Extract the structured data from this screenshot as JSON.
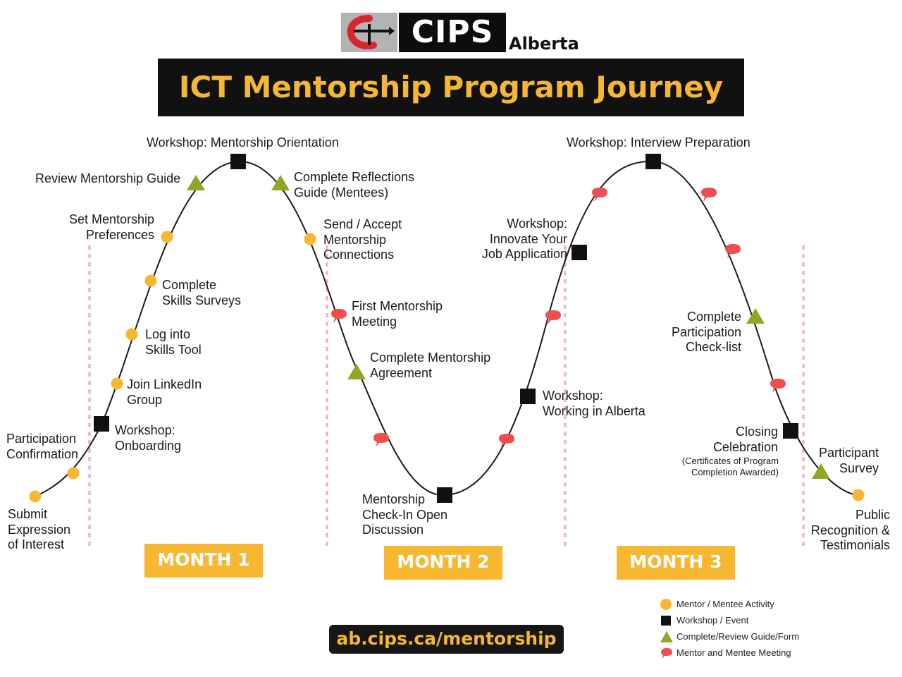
{
  "logo": {
    "name": "CIPS",
    "region": "Alberta"
  },
  "title": "ICT Mentorship Program Journey",
  "stages": {
    "submit_interest": [
      "Submit",
      "Expression",
      "of Interest"
    ],
    "participation_confirmation": [
      "Participation",
      "Confirmation"
    ],
    "workshop_onboarding": [
      "Workshop:",
      "Onboarding"
    ],
    "join_linkedin": [
      "Join LinkedIn",
      "Group"
    ],
    "log_skills_tool": [
      "Log into",
      "Skills Tool"
    ],
    "complete_skills_surveys": [
      "Complete",
      "Skills Surveys"
    ],
    "set_preferences": [
      "Set Mentorship",
      "Preferences"
    ],
    "review_guide": [
      "Review Mentorship Guide"
    ],
    "workshop_orientation": [
      "Workshop: Mentorship Orientation"
    ],
    "complete_reflections": [
      "Complete Reflections",
      "Guide (Mentees)"
    ],
    "send_accept_connections": [
      "Send / Accept",
      "Mentorship",
      "Connections"
    ],
    "first_meeting": [
      "First Mentorship",
      "Meeting"
    ],
    "mentorship_agreement": [
      "Complete Mentorship",
      "Agreement"
    ],
    "checkin_discussion": [
      "Mentorship",
      "Check-In Open",
      "Discussion"
    ],
    "workshop_working_alberta": [
      "Workshop:",
      "Working in Alberta"
    ],
    "workshop_job_application": [
      "Workshop:",
      "Innovate Your",
      "Job Application"
    ],
    "workshop_interview": [
      "Workshop: Interview Preparation"
    ],
    "participation_checklist": [
      "Complete",
      "Participation",
      "Check-list"
    ],
    "closing_celebration": [
      "Closing",
      "Celebration"
    ],
    "closing_note": [
      "(Certificates of Program",
      "Completion Awarded)"
    ],
    "participant_survey": [
      "Participant",
      "Survey"
    ],
    "public_recognition": [
      "Public",
      "Recognition &",
      "Testimonials"
    ]
  },
  "months": [
    "MONTH 1",
    "MONTH 2",
    "MONTH 3"
  ],
  "url": "ab.cips.ca/mentorship",
  "legend": [
    {
      "label": "Mentor / Mentee Activity",
      "marker": "circle"
    },
    {
      "label": "Workshop / Event",
      "marker": "square"
    },
    {
      "label": "Complete/Review Guide/Form",
      "marker": "triangle"
    },
    {
      "label": "Mentor and Mentee Meeting",
      "marker": "speech-bubble"
    }
  ],
  "colors": {
    "activity": "#f7b731",
    "workshop": "#111111",
    "guide": "#8fa823",
    "meeting": "#f04e4e",
    "title_text": "#f5b731",
    "divider": "#f4b6b6"
  }
}
